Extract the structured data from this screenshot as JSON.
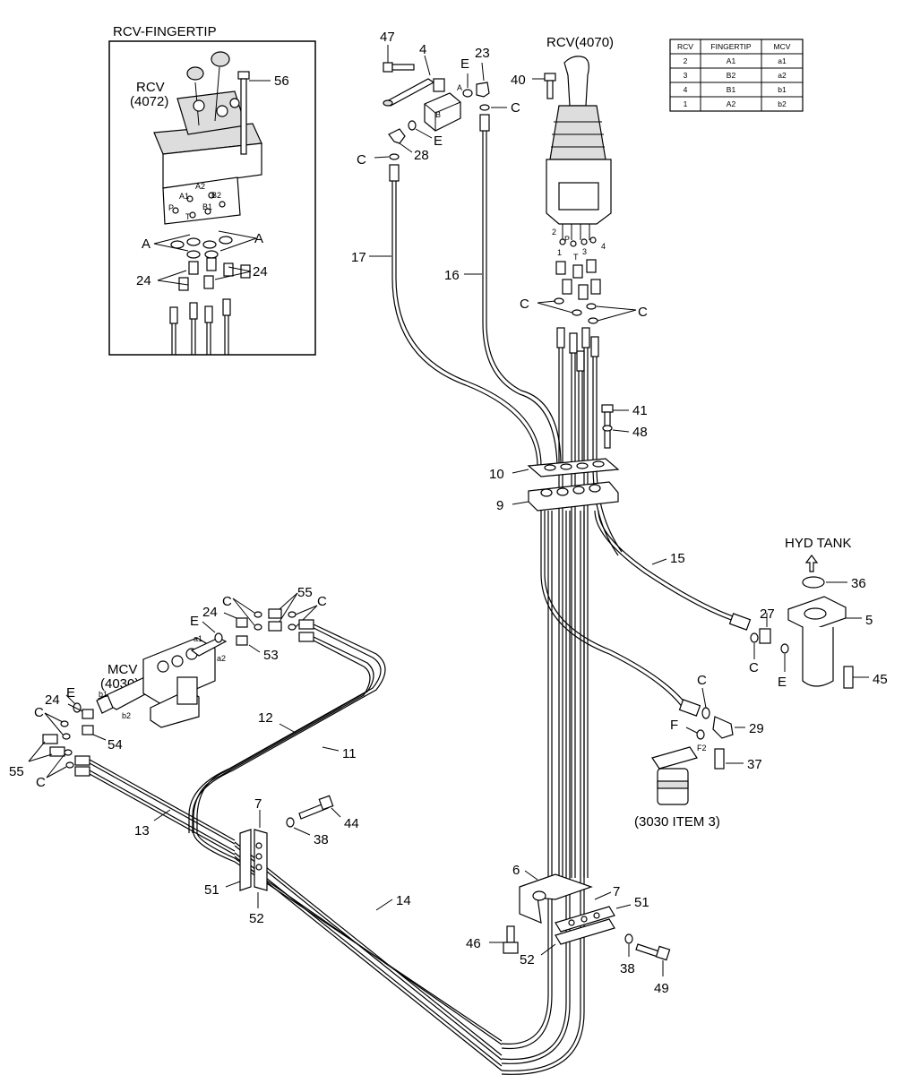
{
  "inset": {
    "title": "RCV-FINGERTIP",
    "rcv_label": "RCV",
    "rcv_number": "(4072)",
    "ports": [
      "A2",
      "A1",
      "B2",
      "P",
      "T",
      "B1"
    ]
  },
  "rcv_main": "RCV(4070)",
  "mcv": {
    "label": "MCV",
    "number": "(4030)",
    "ports": [
      "a1",
      "a2",
      "b1",
      "b2"
    ]
  },
  "hyd_tank": "HYD TANK",
  "filter_ref": "(3030 ITEM 3)",
  "table": {
    "headers": [
      "RCV",
      "FINGERTIP",
      "MCV"
    ],
    "rows": [
      [
        "2",
        "A1",
        "a1"
      ],
      [
        "3",
        "B2",
        "a2"
      ],
      [
        "4",
        "B1",
        "b1"
      ],
      [
        "1",
        "A2",
        "b2"
      ]
    ]
  },
  "port_marks": {
    "A": "A",
    "B": "B",
    "F2": "F2"
  },
  "letters": {
    "A": "A",
    "C": "C",
    "E": "E",
    "F": "F"
  },
  "joystick_ports": [
    "1",
    "2",
    "3",
    "4",
    "P",
    "T"
  ],
  "parts": {
    "p4": "4",
    "p5": "5",
    "p6": "6",
    "p7": "7",
    "p9": "9",
    "p10": "10",
    "p11": "11",
    "p12": "12",
    "p13": "13",
    "p14": "14",
    "p15": "15",
    "p16": "16",
    "p17": "17",
    "p23": "23",
    "p24": "24",
    "p27": "27",
    "p28": "28",
    "p29": "29",
    "p36": "36",
    "p37": "37",
    "p38": "38",
    "p40": "40",
    "p41": "41",
    "p44": "44",
    "p45": "45",
    "p46": "46",
    "p47": "47",
    "p48": "48",
    "p49": "49",
    "p51": "51",
    "p52": "52",
    "p53": "53",
    "p54": "54",
    "p55": "55",
    "p56": "56"
  }
}
